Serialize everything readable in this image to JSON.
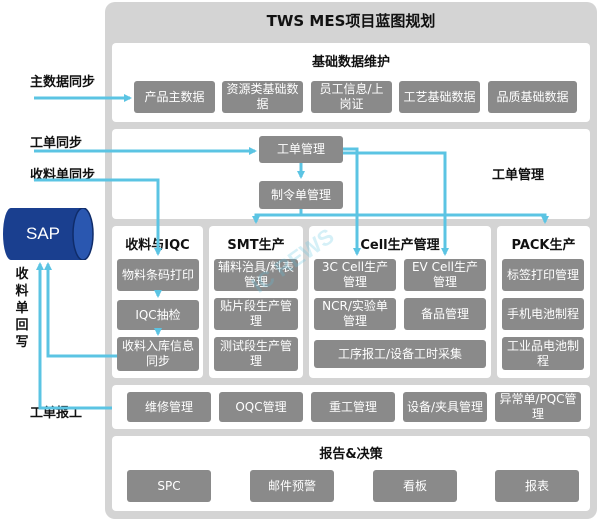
{
  "diagram": {
    "title": "TWS MES项目蓝图规划",
    "sap": "SAP",
    "left_labels": {
      "master_sync": "主数据同步",
      "order_sync": "工单同步",
      "receipt_sync": "收料单同步",
      "receipt_return": "收料单回写",
      "order_report": "工单报工"
    },
    "basic_data": {
      "title": "基础数据维护",
      "items": [
        "产品主数据",
        "资源类基础数据",
        "员工信息/上岗证",
        "工艺基础数据",
        "品质基础数据"
      ]
    },
    "work_order": {
      "title": "工单管理",
      "order_mgmt": "工单管理",
      "dispatch_mgmt": "制令单管理"
    },
    "receiving": {
      "title": "收料与IQC",
      "items": [
        "物料条码打印",
        "IQC抽检",
        "收料入库信息同步"
      ]
    },
    "smt": {
      "title": "SMT生产",
      "items": [
        "辅料治具/料表管理",
        "贴片段生产管理",
        "测试段生产管理"
      ]
    },
    "cell": {
      "title": "Cell生产管理",
      "items": [
        "3C Cell生产管理",
        "EV Cell生产管理",
        "NCR/实验单管理",
        "备品管理",
        "工序报工/设备工时采集"
      ]
    },
    "pack": {
      "title": "PACK生产",
      "items": [
        "标签打印管理",
        "手机电池制程",
        "工业品电池制程"
      ]
    },
    "bottom_row": [
      "维修管理",
      "OQC管理",
      "重工管理",
      "设备/夹具管理",
      "异常单/PQC管理"
    ],
    "reports": {
      "title": "报告&决策",
      "items": [
        "SPC",
        "邮件预警",
        "看板",
        "报表"
      ]
    },
    "watermark": "IC REWS",
    "colors": {
      "frame": "#d4d4d4",
      "box": "#8a8a8a",
      "arrow": "#5bc4e3",
      "sap": "#1a3f8f"
    }
  }
}
